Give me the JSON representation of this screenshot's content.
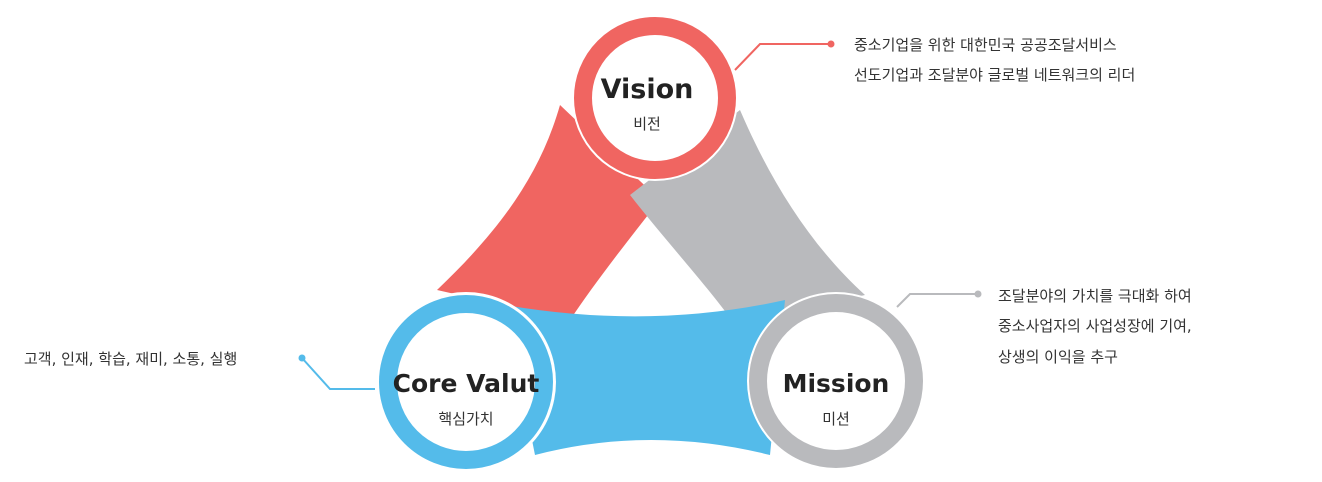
{
  "colors": {
    "vision": "#F06561",
    "mission": "#B9BABD",
    "core": "#54BBEA"
  },
  "vision": {
    "title": "Vision",
    "subtitle": "비전",
    "desc_lines": [
      "중소기업을 위한 대한민국 공공조달서비스",
      "선도기업과 조달분야 글로벌 네트워크의 리더"
    ]
  },
  "mission": {
    "title": "Mission",
    "subtitle": "미션",
    "desc_lines": [
      "조달분야의 가치를 극대화 하여",
      "중소사업자의 사업성장에 기여,",
      "상생의 이익을 추구"
    ]
  },
  "core": {
    "title": "Core Valut",
    "subtitle": "핵심가치",
    "desc_lines": [
      "고객, 인재, 학습, 재미, 소통, 실행"
    ]
  }
}
